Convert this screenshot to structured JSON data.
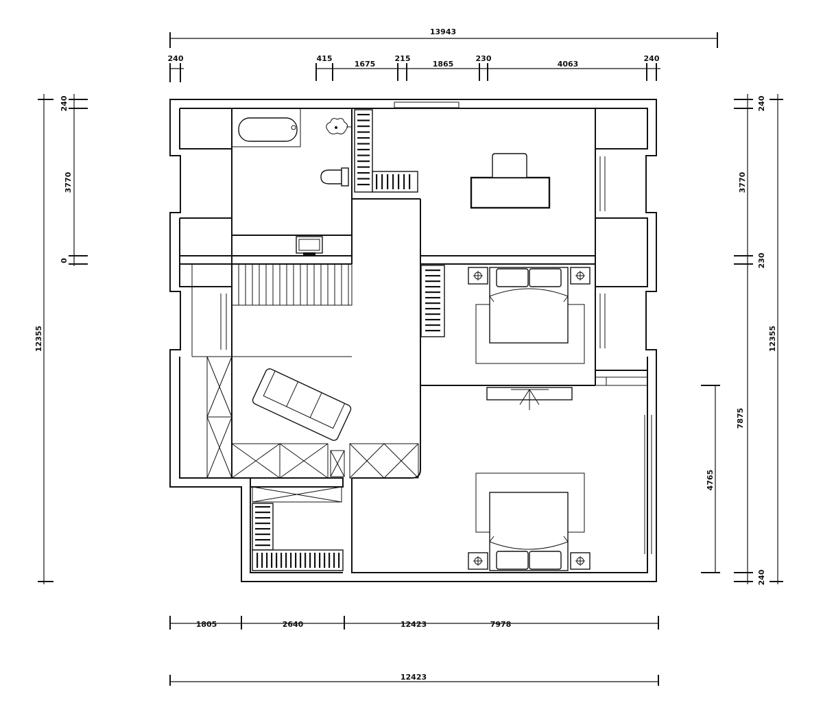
{
  "dimensions": {
    "top_total": "13943",
    "top_segments": [
      "240",
      "415",
      "1675",
      "215",
      "1865",
      "230",
      "4063",
      "240"
    ],
    "bottom_segments": [
      "1805",
      "2640",
      "12423",
      "7978"
    ],
    "bottom_total": "12423",
    "left_segments": [
      "240",
      "3770",
      "0"
    ],
    "left_total": "12355",
    "right_segments": [
      "240",
      "3770",
      "230",
      "240"
    ],
    "right_total": "12355",
    "right_inner": [
      "7875",
      "4765"
    ]
  }
}
